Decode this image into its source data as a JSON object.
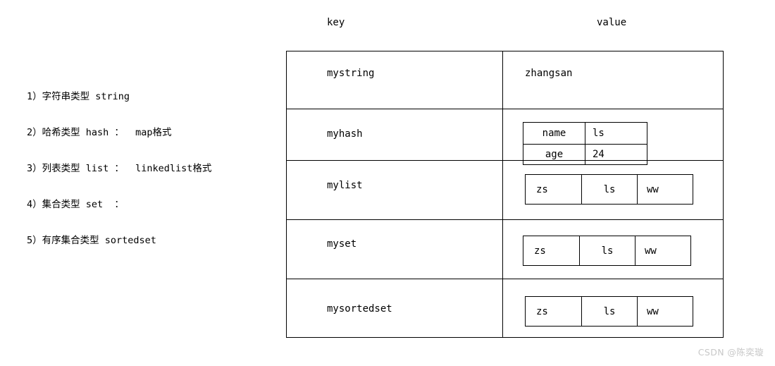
{
  "legend": {
    "lines": [
      "1）字符串类型 string",
      "2）哈希类型 hash ：  map格式",
      "3）列表类型 list ：  linkedlist格式",
      "4）集合类型 set  ：",
      "5）有序集合类型 sortedset"
    ]
  },
  "headers": {
    "key": "key",
    "value": "value"
  },
  "table": {
    "rows": [
      {
        "key": "mystring",
        "value_kind": "text",
        "value_text": "zhangsan"
      },
      {
        "key": "myhash",
        "value_kind": "hash",
        "pairs": [
          {
            "field": "name",
            "value": "ls"
          },
          {
            "field": "age",
            "value": "24"
          }
        ]
      },
      {
        "key": "mylist",
        "value_kind": "sequence",
        "items": [
          "zs",
          "ls",
          "ww"
        ]
      },
      {
        "key": "myset",
        "value_kind": "sequence",
        "items": [
          "zs",
          "ls",
          "ww"
        ]
      },
      {
        "key": "mysortedset",
        "value_kind": "sequence",
        "items": [
          "zs",
          "ls",
          "ww"
        ]
      }
    ]
  },
  "watermark": {
    "text": "CSDN @陈奕璇",
    "color": "#c8c8c8"
  },
  "colors": {
    "background": "#ffffff",
    "line": "#000000",
    "text": "#000000"
  }
}
